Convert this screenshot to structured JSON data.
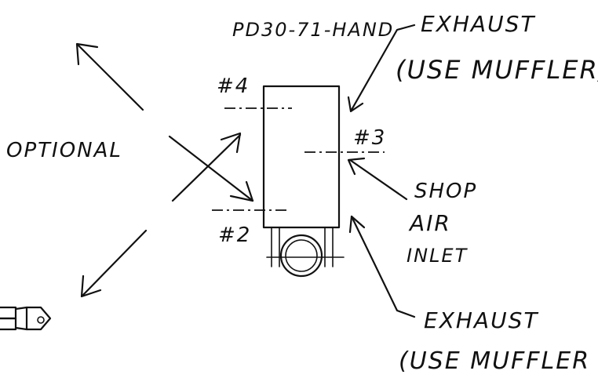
{
  "labels": {
    "model": "PD30-71-HAND",
    "exhaust_top_1": "EXHAUST",
    "exhaust_top_2": "(USE MUFFLER)",
    "port_4": "#4",
    "port_3": "#3",
    "port_2": "#2",
    "optional": "OPTIONAL",
    "shop_air_1": "SHOP",
    "shop_air_2": "AIR",
    "shop_air_3": "INLET",
    "exhaust_bottom_1": "EXHAUST",
    "exhaust_bottom_2": "(USE MUFFLER"
  },
  "icons": [
    "valve-body",
    "handle-knob",
    "arrow",
    "fitting-icon"
  ]
}
